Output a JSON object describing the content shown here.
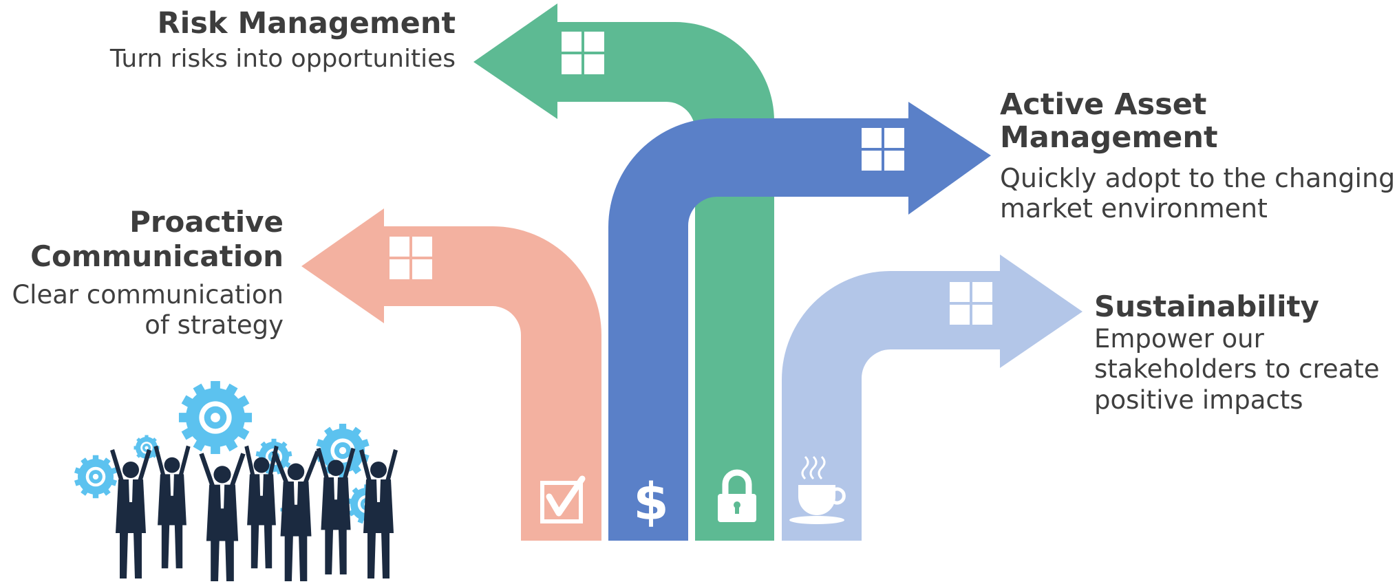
{
  "colors": {
    "risk": "#5dba93",
    "active": "#5a80c8",
    "proactive": "#f3b1a0",
    "sustain": "#b3c6e8",
    "people": "#1b2a40",
    "gears": "#5cc2ef"
  },
  "items": {
    "risk": {
      "title": "Risk Management",
      "desc": "Turn risks into opportunities",
      "icon": "lock-icon"
    },
    "active": {
      "title": "Active Asset Management",
      "desc_line1": "Quickly adopt to the changing",
      "desc_line2": "market environment",
      "icon": "dollar-icon"
    },
    "proactive": {
      "title_line1": "Proactive",
      "title_line2": "Communication",
      "desc_line1": "Clear communication",
      "desc_line2": "of strategy",
      "icon": "checkbox-icon"
    },
    "sustain": {
      "title": "Sustainability",
      "desc_line1": "Empower our",
      "desc_line2": "stakeholders to create",
      "desc_line3": "positive impacts",
      "icon": "coffee-cup-icon"
    }
  },
  "illustration": "business-people-holding-gears"
}
